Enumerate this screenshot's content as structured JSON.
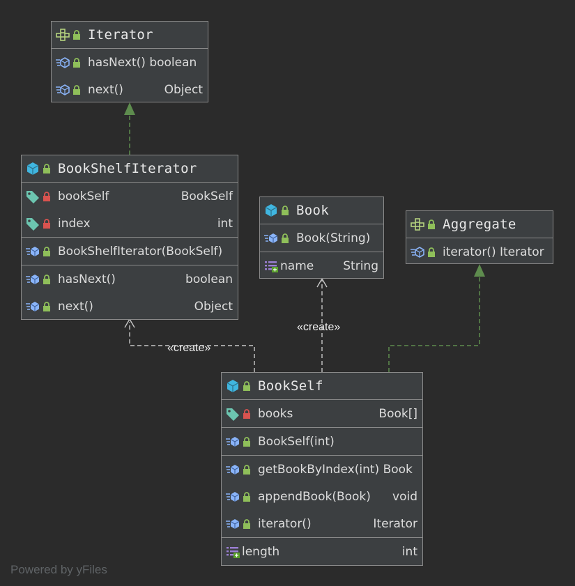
{
  "nodes": {
    "iterator": {
      "title": "Iterator",
      "methods": [
        {
          "name": "hasNext() boolean",
          "type": ""
        },
        {
          "name": "next()",
          "type": "Object"
        }
      ]
    },
    "bookshelfiterator": {
      "title": "BookShelfIterator",
      "fields": [
        {
          "name": "bookSelf",
          "type": "BookSelf"
        },
        {
          "name": "index",
          "type": "int"
        }
      ],
      "constructors": [
        {
          "name": "BookShelfIterator(BookSelf)",
          "type": ""
        }
      ],
      "methods": [
        {
          "name": "hasNext()",
          "type": "boolean"
        },
        {
          "name": "next()",
          "type": "Object"
        }
      ]
    },
    "book": {
      "title": "Book",
      "constructors": [
        {
          "name": "Book(String)",
          "type": ""
        }
      ],
      "properties": [
        {
          "name": "name",
          "type": "String"
        }
      ]
    },
    "aggregate": {
      "title": "Aggregate",
      "methods": [
        {
          "name": "iterator() Iterator",
          "type": ""
        }
      ]
    },
    "bookself": {
      "title": "BookSelf",
      "fields": [
        {
          "name": "books",
          "type": "Book[]"
        }
      ],
      "constructors": [
        {
          "name": "BookSelf(int)",
          "type": ""
        }
      ],
      "methods": [
        {
          "name": "getBookByIndex(int) Book",
          "type": ""
        },
        {
          "name": "appendBook(Book)",
          "type": "void"
        },
        {
          "name": "iterator()",
          "type": "Iterator"
        }
      ],
      "properties": [
        {
          "name": "length",
          "type": "int"
        }
      ]
    }
  },
  "edges": {
    "create_label_1": "«create»",
    "create_label_2": "«create»"
  },
  "watermark": "Powered by yFiles",
  "colors": {
    "background": "#2b2b2b",
    "node_fill": "#3c3f41",
    "node_border": "#8a8a8a",
    "realization": "#5e8c4e",
    "dependency": "#c8c8c8",
    "class_icon": "#40b6e0",
    "interface_icon": "#b5d27e",
    "lock_green": "#8fbf5a",
    "lock_red": "#d9534f"
  }
}
